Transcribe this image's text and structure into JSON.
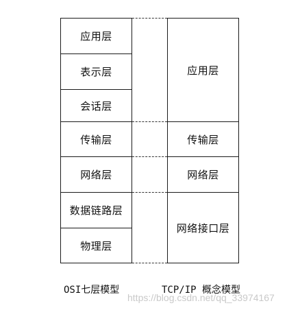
{
  "osi_model": {
    "caption": "OSI七层模型",
    "layers": [
      "应用层",
      "表示层",
      "会话层",
      "传输层",
      "网络层",
      "数据链路层",
      "物理层"
    ]
  },
  "tcpip_model": {
    "caption": "TCP/IP 概念模型",
    "layers": [
      "应用层",
      "传输层",
      "网络层",
      "网络接口层"
    ]
  },
  "watermark": "https://blog.csdn.net/qq_33974167"
}
